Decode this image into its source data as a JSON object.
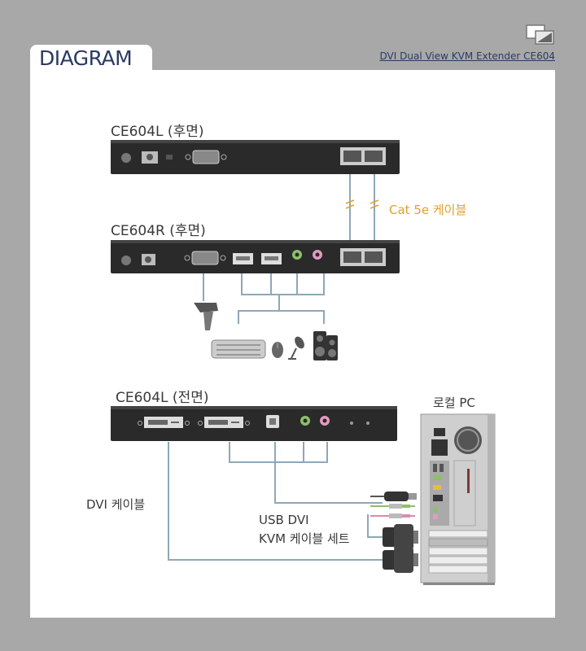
{
  "header": {
    "tab_title": "DIAGRAM",
    "product_name": "DVI Dual View KVM Extender CE604"
  },
  "labels": {
    "ce604l_rear": "CE604L (후면)",
    "ce604r_rear": "CE604R (후면)",
    "ce604l_front": "CE604L (전면)",
    "cat5e_cable": "Cat 5e 케이블",
    "local_pc": "로컬 PC",
    "dvi_cable": "DVI 케이블",
    "usb_dvi_kvm_line1": "USB DVI",
    "usb_dvi_kvm_line2": "KVM 케이블 세트"
  },
  "colors": {
    "page_background": "#a8a8a8",
    "panel_background": "#ffffff",
    "title_text": "#2b3a63",
    "cable_line": "#8fa7b8",
    "cat5e_accent": "#e0a030",
    "device_body": "#2a2a2a"
  },
  "icons": [
    "logo-icon",
    "power-icon",
    "serial-port-icon",
    "rj45-port-icon",
    "usb-port-icon",
    "audio-jack-icon",
    "dvi-port-icon",
    "usb-b-port-icon",
    "barcode-scanner-icon",
    "keyboard-icon",
    "mouse-icon",
    "microphone-icon",
    "speakers-icon",
    "pc-tower-icon"
  ]
}
